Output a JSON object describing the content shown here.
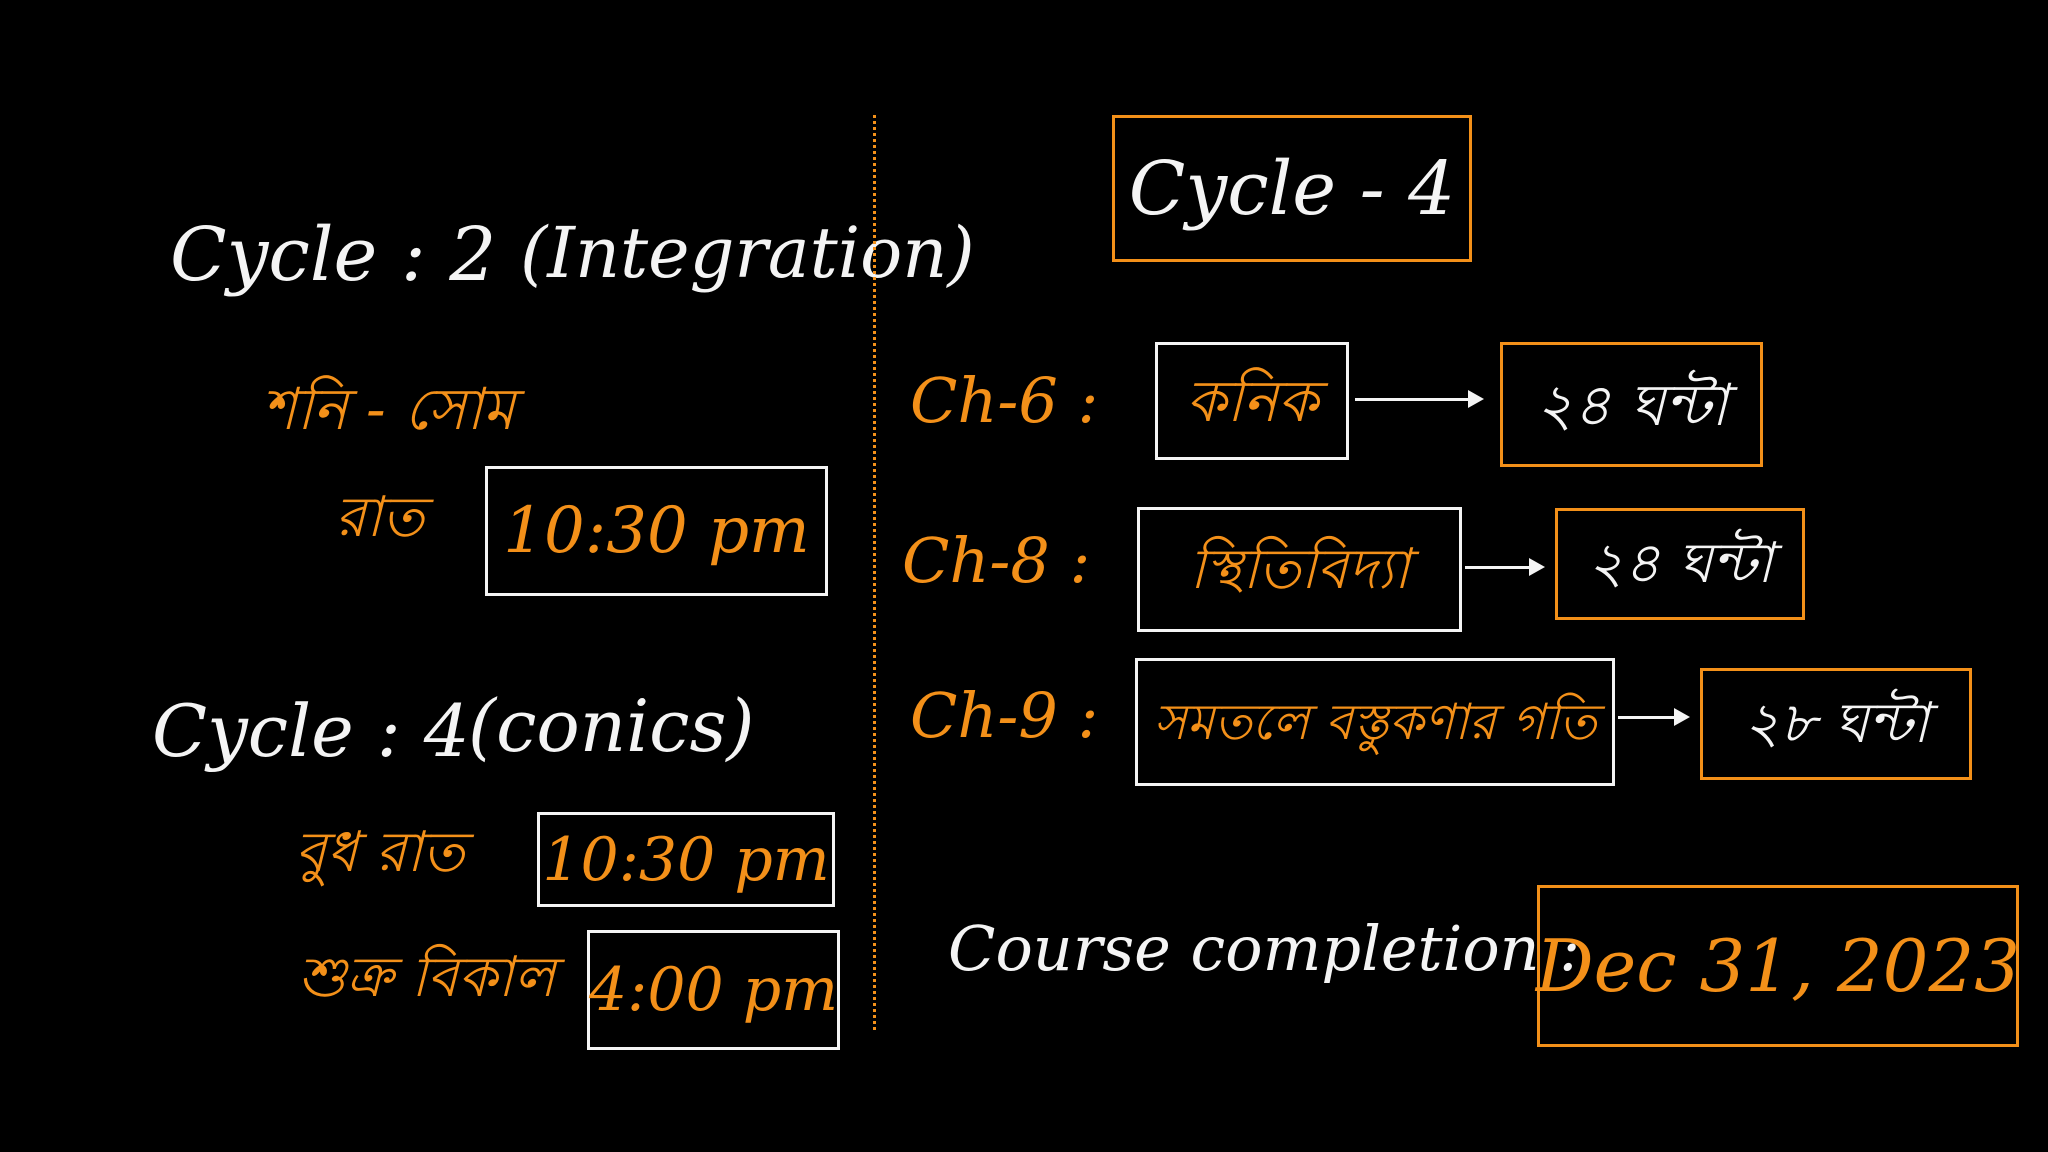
{
  "left": {
    "cycle2": {
      "label": "Cycle : 2",
      "topic": "(Integration)",
      "day": "শনি - সোম",
      "time_prefix": "রাত",
      "time": "10:30 pm"
    },
    "cycle4": {
      "label": "Cycle : 4",
      "topic": "(conics)",
      "slot1_day": "বুধ রাত",
      "slot1_time": "10:30 pm",
      "slot2_day": "শুক্র বিকাল",
      "slot2_time": "4:00 pm"
    }
  },
  "right": {
    "heading": "Cycle - 4",
    "chapters": [
      {
        "code": "Ch-6 :",
        "name": "কনিক",
        "hours": "২৪ ঘন্টা"
      },
      {
        "code": "Ch-8 :",
        "name": "স্থিতিবিদ্যা",
        "hours": "২৪ ঘন্টা"
      },
      {
        "code": "Ch-9 :",
        "name": "সমতলে বস্তুকণার গতি",
        "hours": "২৮ ঘন্টা"
      }
    ],
    "completion_label": "Course completion :",
    "completion_date": "Dec 31, 2023"
  },
  "colors": {
    "background": "#000000",
    "chalk_white": "#f4f4f4",
    "chalk_orange": "#f39019"
  }
}
